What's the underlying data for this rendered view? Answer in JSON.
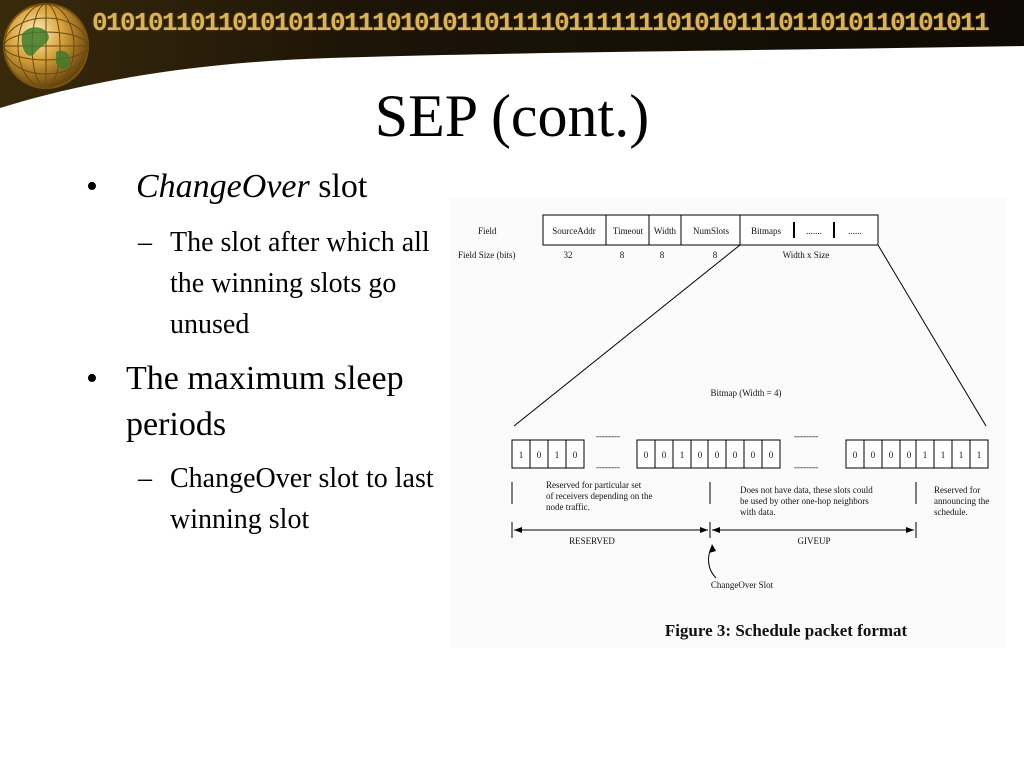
{
  "banner": {
    "binary_text": "0101011011010101101110101011011110111111101010111011010110101011",
    "colors": {
      "dark": "#1a1407",
      "gold": "#d8b25c"
    },
    "logo_icon": "globe-icon"
  },
  "slide": {
    "title": "SEP (cont.)",
    "bullets": [
      {
        "marker": "•",
        "italic_text": "ChangeOver",
        "text": " slot",
        "sub": [
          {
            "marker": "–",
            "text": "The slot after which all the winning slots go unused"
          }
        ]
      },
      {
        "marker": "•",
        "text": "The maximum sleep periods",
        "sub": [
          {
            "marker": "–",
            "text": "ChangeOver slot to last winning slot"
          }
        ]
      }
    ]
  },
  "figure": {
    "caption": "Figure 3:  Schedule packet format",
    "row_labels": {
      "field": "Field",
      "size": "Field Size (bits)"
    },
    "fields": [
      "SourceAddr",
      "Timeout",
      "Width",
      "NumSlots",
      "Bitmaps",
      ".......",
      "......"
    ],
    "sizes": [
      "32",
      "8",
      "8",
      "8",
      "Width x Size"
    ],
    "bitmap_label": "Bitmap (Width = 4)",
    "bitmap_groups": [
      [
        "1",
        "0",
        "1",
        "0"
      ],
      [
        "0",
        "0",
        "1",
        "0"
      ],
      [
        "0",
        "0",
        "0",
        "0"
      ],
      [
        "0",
        "0",
        "0",
        "0"
      ],
      [
        "1",
        "1",
        "1",
        "1"
      ]
    ],
    "dashes": "--------",
    "notes": {
      "reserved_receivers": [
        "Reserved for particular set",
        "of receivers depending on the",
        "node traffic."
      ],
      "no_data": [
        "Does not have data, these slots could",
        "be used by other one-hop neighbors",
        "with data."
      ],
      "reserved_schedule": [
        "Reserved for",
        "announcing the",
        "schedule."
      ]
    },
    "range_labels": {
      "reserved": "RESERVED",
      "giveup": "GIVEUP"
    },
    "changeover_label": "ChangeOver Slot"
  }
}
